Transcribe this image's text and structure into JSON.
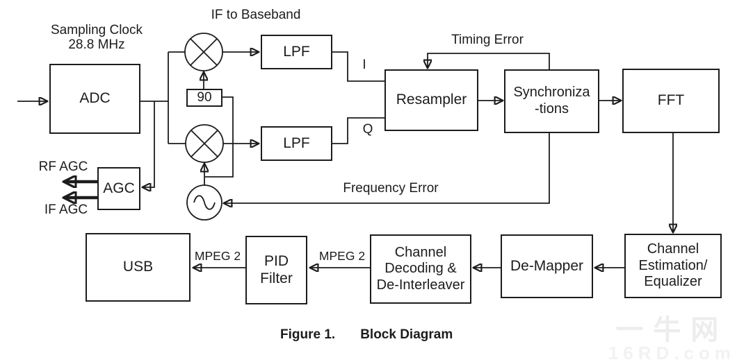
{
  "blocks": {
    "adc": "ADC",
    "phase_shift_90": "90",
    "lpf_i": "LPF",
    "lpf_q": "LPF",
    "resampler": "Resampler",
    "synchronizations": "Synchroniza\n-tions",
    "fft": "FFT",
    "agc": "AGC",
    "usb": "USB",
    "pid_filter": "PID\nFilter",
    "channel_decoding": "Channel\nDecoding &\nDe-Interleaver",
    "de_mapper": "De-Mapper",
    "channel_estimation": "Channel\nEstimation/\nEqualizer"
  },
  "labels": {
    "sampling_clock": "Sampling Clock\n28.8 MHz",
    "if_to_baseband": "IF to Baseband",
    "timing_error": "Timing Error",
    "frequency_error": "Frequency Error",
    "i_signal": "I",
    "q_signal": "Q",
    "rf_agc": "RF AGC",
    "if_agc": "IF AGC",
    "mpeg2_left": "MPEG 2",
    "mpeg2_right": "MPEG 2"
  },
  "caption": {
    "figure": "Figure 1.",
    "title": "Block Diagram"
  },
  "watermark": {
    "line1": "一牛网",
    "line2": "16RD.com"
  },
  "colors": {
    "line": "#1c1c1c",
    "background": "#ffffff",
    "watermark": "#ededed"
  }
}
